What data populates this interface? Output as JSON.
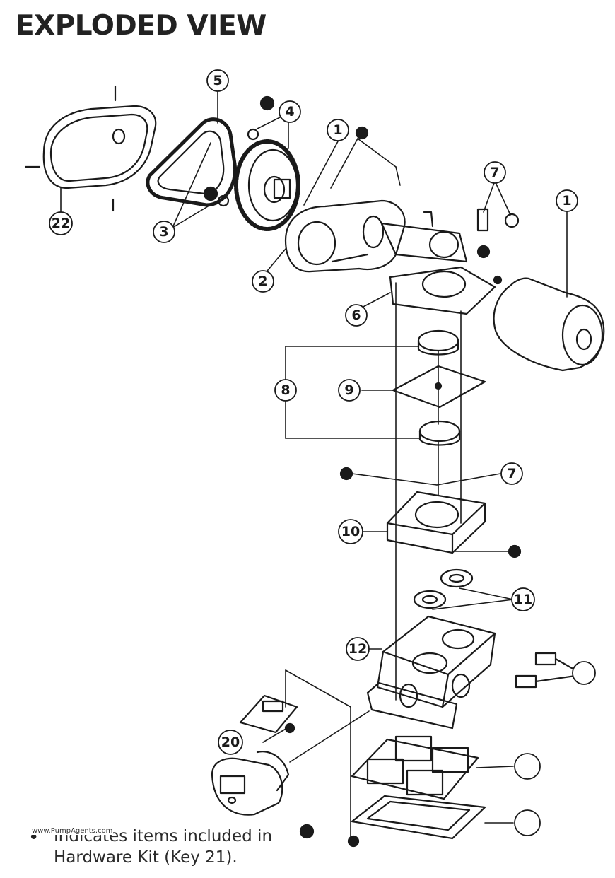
{
  "title": "EXPLODED VIEW",
  "legend": {
    "bullet": "•",
    "line1": "Indicates items included in",
    "line2": "Hardware Kit (Key 21)."
  },
  "watermark": "www.PumpAgents.com",
  "key_labels": {
    "k1a": "1",
    "k1b": "1",
    "k2": "2",
    "k3": "3",
    "k4": "4",
    "k5": "5",
    "k6": "6",
    "k7a": "7",
    "k7b": "7",
    "k8": "8",
    "k9": "9",
    "k10": "10",
    "k11": "11",
    "k12": "12",
    "k20": "20",
    "k22": "22"
  }
}
